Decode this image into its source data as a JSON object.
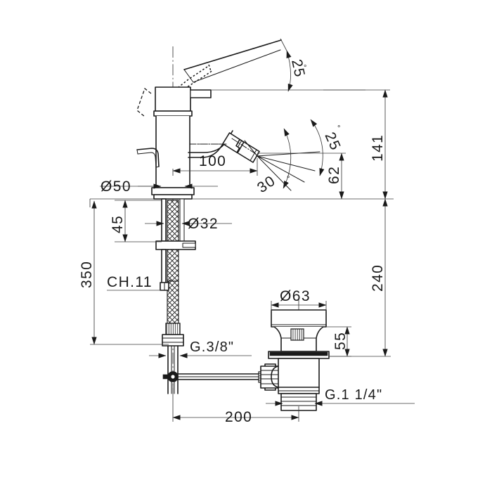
{
  "drawing": {
    "title": "Bidet mixer tap technical dimension drawing",
    "background_color": "#ffffff",
    "line_color": "#1a1a1a",
    "dimension_color": "#3c3c3c",
    "units": "mm"
  },
  "dimensions": {
    "spout_reach": "100",
    "spout_height": "62",
    "total_height_above_deck": "141",
    "body_diameter": "Ø50",
    "shank_diameter": "Ø32",
    "shank_upper_length": "45",
    "hose_length": "350",
    "wrench_size": "CH.11",
    "inlet_thread": "G.3/8\"",
    "drain_flange_diameter": "Ø63",
    "drain_height": "55",
    "drain_thread": "G.1 1/4\"",
    "drain_offset": "200",
    "deck_to_drain_bottom": "240",
    "aerator_swivel_angle": "25",
    "handle_lift_angle": "25",
    "spray_spread_angle": "30",
    "degree_symbol": "°"
  },
  "labels": [
    {
      "id": "handle-angle",
      "text": "25",
      "suffix": "°"
    },
    {
      "id": "spout-reach",
      "text": "100"
    },
    {
      "id": "aerator-angle",
      "text": "25",
      "suffix": "°"
    },
    {
      "id": "spray-angle",
      "text": "30",
      "suffix": "°"
    },
    {
      "id": "spout-height",
      "text": "62"
    },
    {
      "id": "overall-height",
      "text": "141"
    },
    {
      "id": "body-dia",
      "text": "Ø50"
    },
    {
      "id": "shank-dia",
      "text": "Ø32"
    },
    {
      "id": "shank-upper",
      "text": "45"
    },
    {
      "id": "hose-length",
      "text": "350"
    },
    {
      "id": "wrench",
      "text": "CH.11"
    },
    {
      "id": "inlet-thread",
      "text": "G.3/8\""
    },
    {
      "id": "drain-dia",
      "text": "Ø63"
    },
    {
      "id": "drain-height",
      "text": "55"
    },
    {
      "id": "drain-depth",
      "text": "240"
    },
    {
      "id": "drain-offset",
      "text": "200"
    },
    {
      "id": "drain-thread",
      "text": "G.1 1/4\""
    }
  ]
}
